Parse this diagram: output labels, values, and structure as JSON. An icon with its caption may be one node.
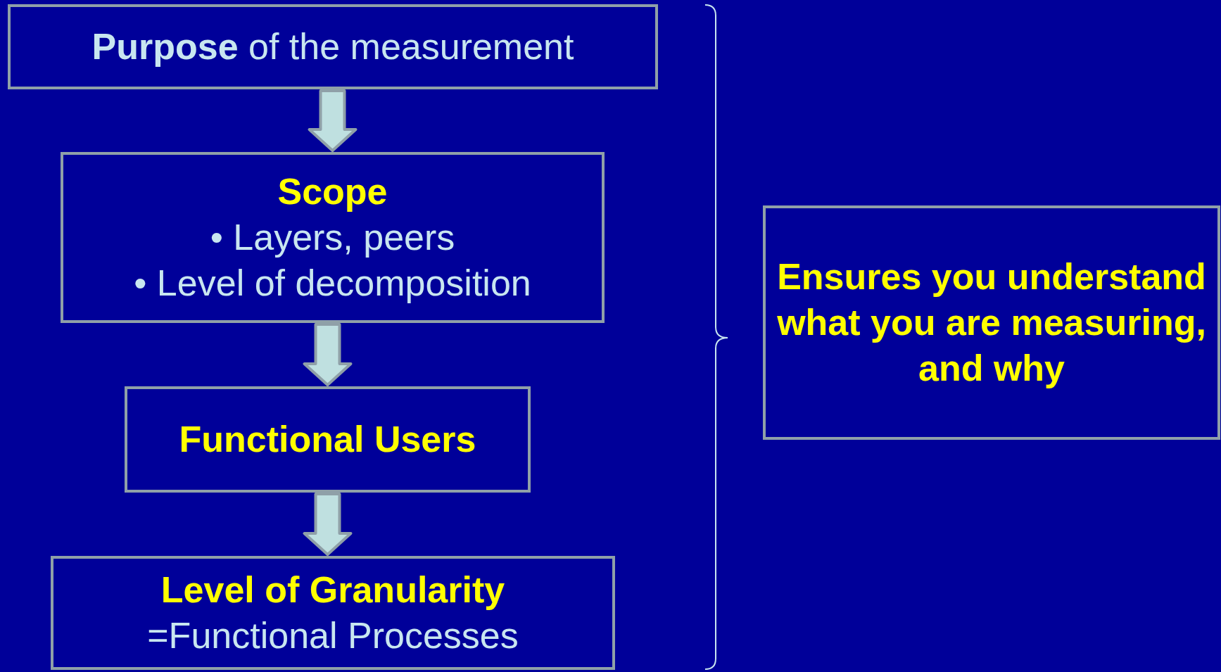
{
  "diagram": {
    "nodes": [
      {
        "text": [
          "**Purpose**  of the measurement"
        ]
      },
      {
        "text": [
          "Scope",
          "• Layers, peers",
          "• Level of decomposition"
        ]
      },
      {
        "text": [
          "Functional Users"
        ]
      },
      {
        "text": [
          "Level of Granularity",
          "=Functional Processes"
        ]
      },
      {
        "text": [
          "Ensures you understand what you are measuring, and why"
        ]
      }
    ],
    "edges": [
      {
        "from": 0,
        "to": 1,
        "arrow": "to"
      },
      {
        "from": 1,
        "to": 2,
        "arrow": "to"
      },
      {
        "from": 2,
        "to": 3,
        "arrow": "to"
      }
    ]
  }
}
